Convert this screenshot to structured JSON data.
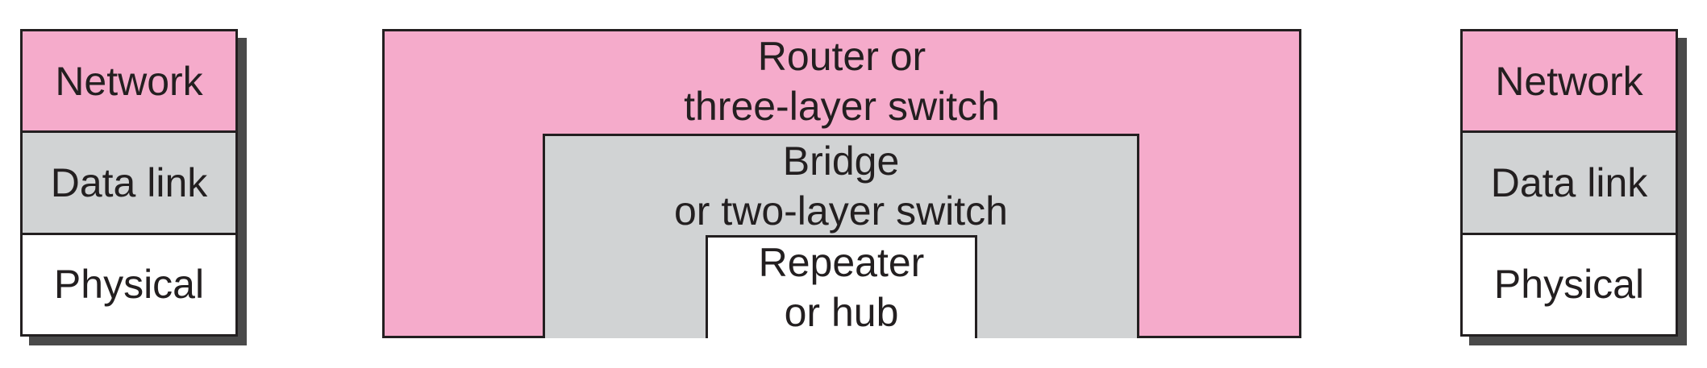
{
  "left_stack": {
    "layers": [
      "Network",
      "Data link",
      "Physical"
    ]
  },
  "right_stack": {
    "layers": [
      "Network",
      "Data link",
      "Physical"
    ]
  },
  "devices": {
    "router": {
      "line1": "Router or",
      "line2": "three-layer switch"
    },
    "bridge": {
      "line1": "Bridge",
      "line2": "or two-layer switch"
    },
    "repeater": {
      "line1": "Repeater",
      "line2": "or hub"
    }
  },
  "colors": {
    "network": "#f5abcb",
    "data_link": "#d1d3d4",
    "physical": "#ffffff",
    "border": "#231f20",
    "shadow": "#4a4a4a"
  }
}
